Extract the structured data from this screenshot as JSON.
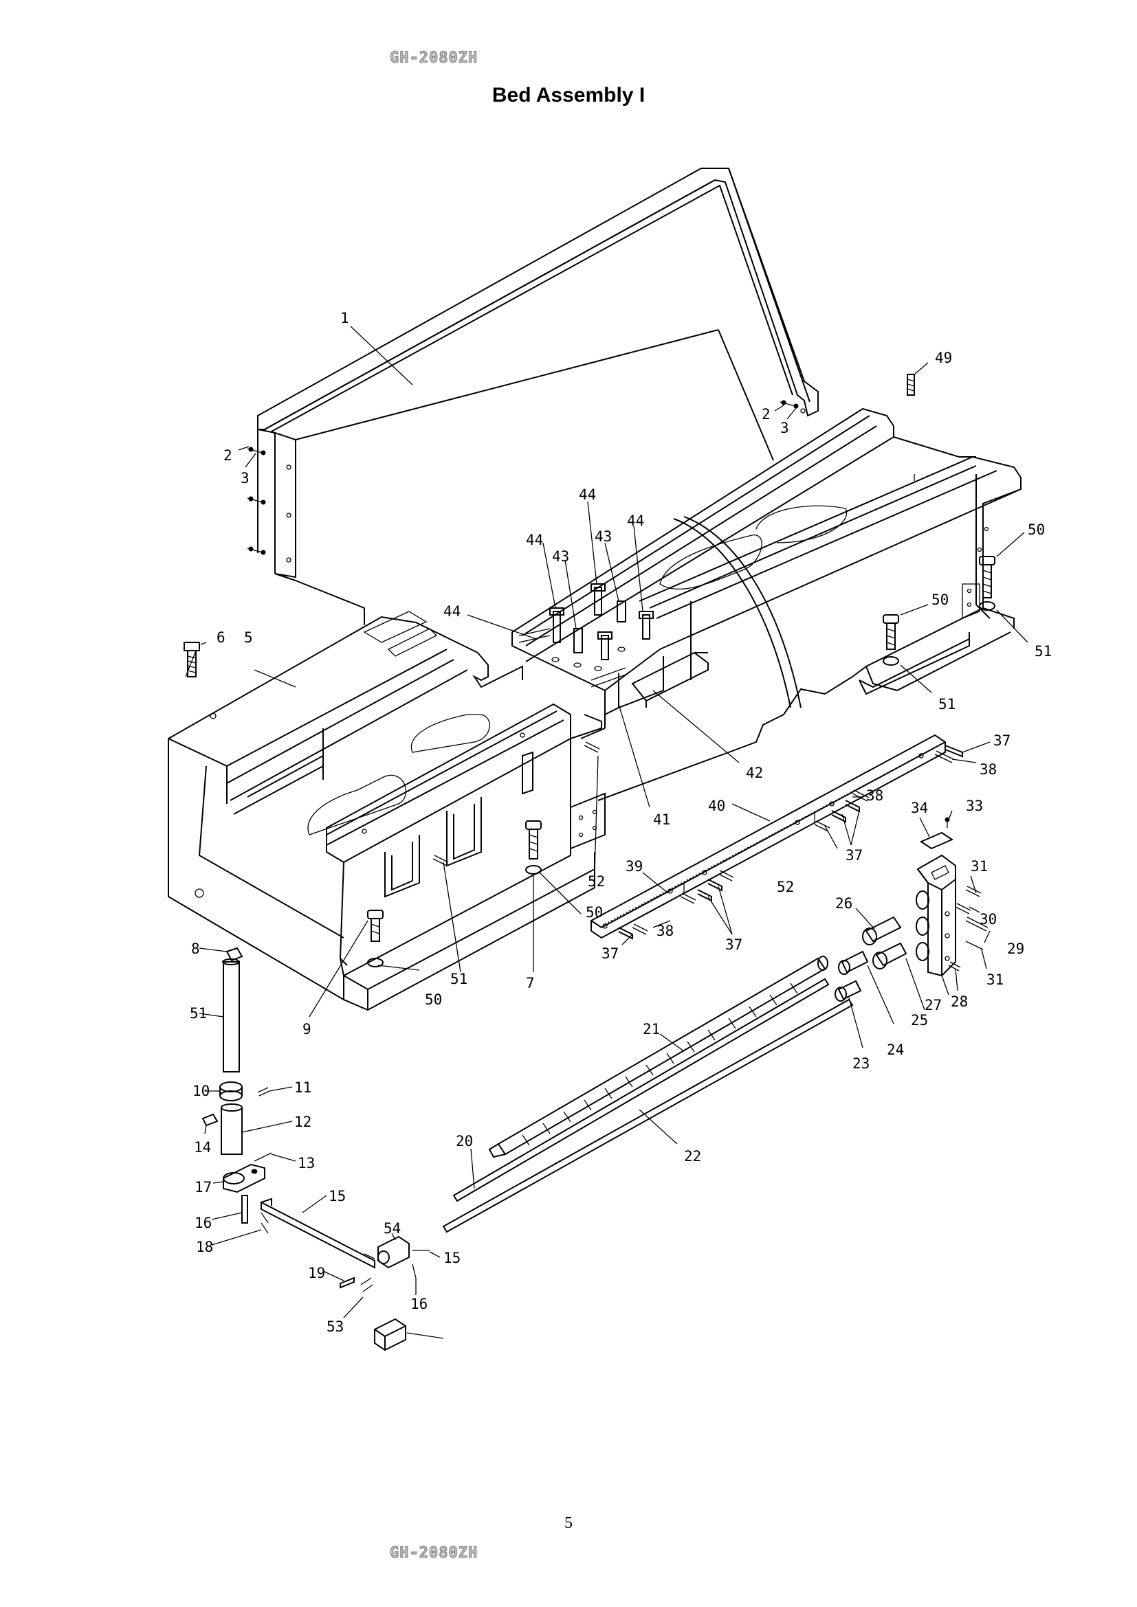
{
  "header": {
    "model_code": "GH-2080ZH",
    "title": "Bed Assembly I"
  },
  "footer": {
    "page_number": "5",
    "model_code": "GH-2080ZH"
  },
  "callouts": [
    "1",
    "2",
    "3",
    "2",
    "3",
    "49",
    "44",
    "44",
    "43",
    "43",
    "44",
    "44",
    "50",
    "50",
    "6",
    "5",
    "51",
    "51",
    "42",
    "41",
    "37",
    "38",
    "40",
    "38",
    "37",
    "34",
    "33",
    "31",
    "30",
    "29",
    "31",
    "28",
    "27",
    "25",
    "26",
    "24",
    "23",
    "21",
    "22",
    "20",
    "39",
    "38",
    "37",
    "37",
    "52",
    "52",
    "51",
    "50",
    "7",
    "8",
    "51",
    "50",
    "9",
    "10",
    "11",
    "12",
    "14",
    "13",
    "17",
    "15",
    "16",
    "18",
    "54",
    "15",
    "19",
    "16",
    "53"
  ]
}
